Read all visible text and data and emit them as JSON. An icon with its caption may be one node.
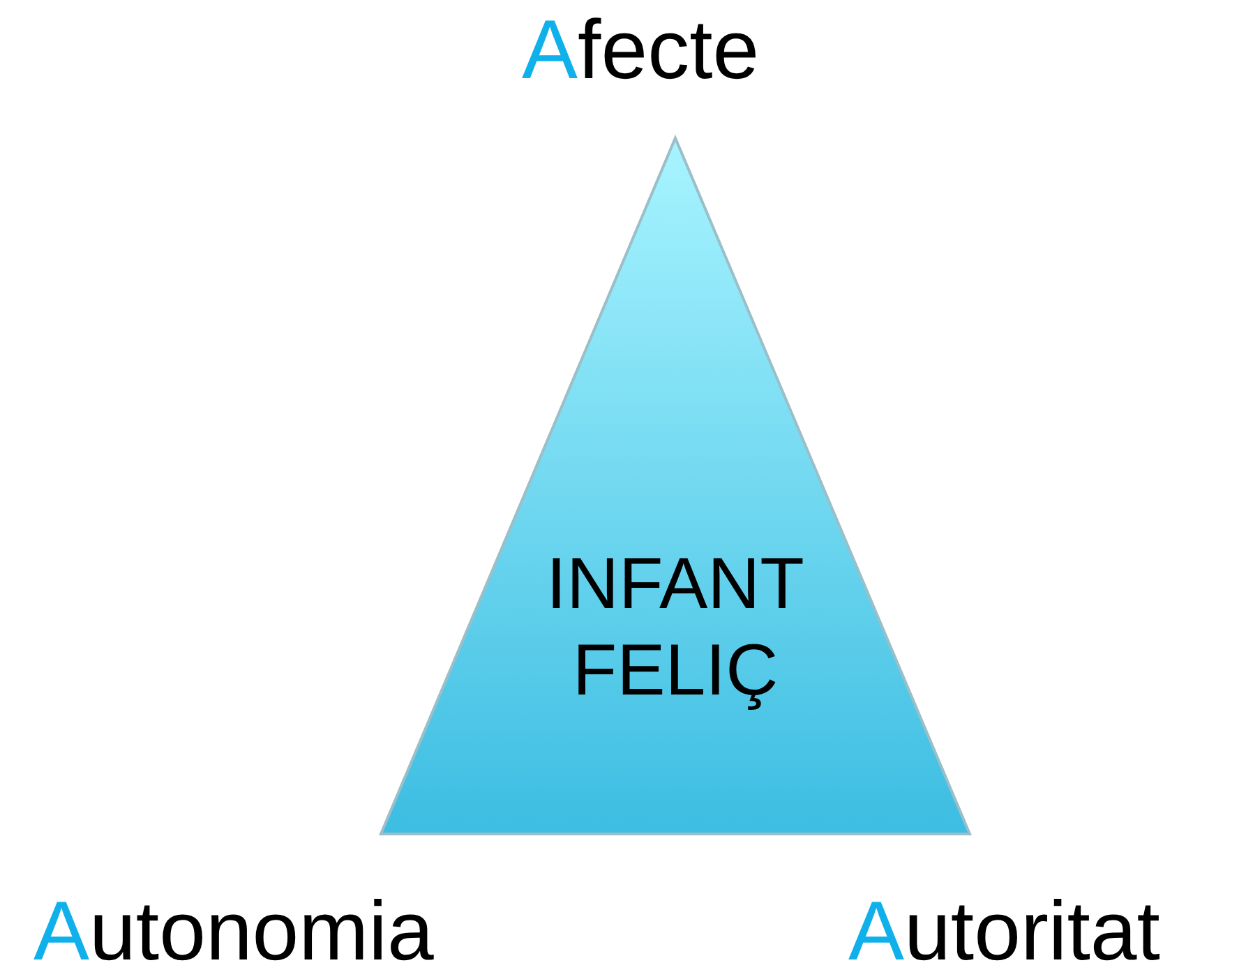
{
  "diagram": {
    "nodes": [
      {
        "text": [
          "INFANT FELIÇ"
        ]
      }
    ],
    "labels": [
      "Afecte",
      "Autonomia",
      "Autoritat"
    ]
  }
}
